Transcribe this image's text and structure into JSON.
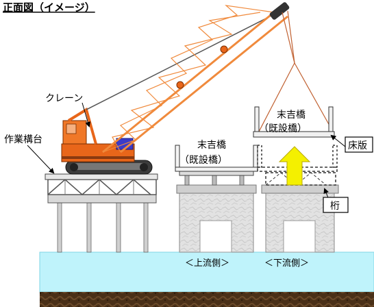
{
  "title": "正面図（イメージ）",
  "labels": {
    "crane": "クレーン",
    "work_platform": "作業構台",
    "existing_bridge_left_name": "末吉橋",
    "existing_bridge_left_note": "（既設橋）",
    "existing_bridge_right_name": "末吉橋",
    "existing_bridge_right_note": "（既設橋）",
    "floor_slab": "床版",
    "girder": "桁",
    "upstream_side": "＜上流側＞",
    "downstream_side": "＜下流側＞"
  },
  "colors": {
    "crane_body": "#e8661a",
    "crane_boom": "#f08a3c",
    "lift_arrow": "#f4f000",
    "water": "#bff3fb",
    "ground": "#4a3018",
    "pier": "#d8d8d8",
    "callout_text": "#000000"
  }
}
